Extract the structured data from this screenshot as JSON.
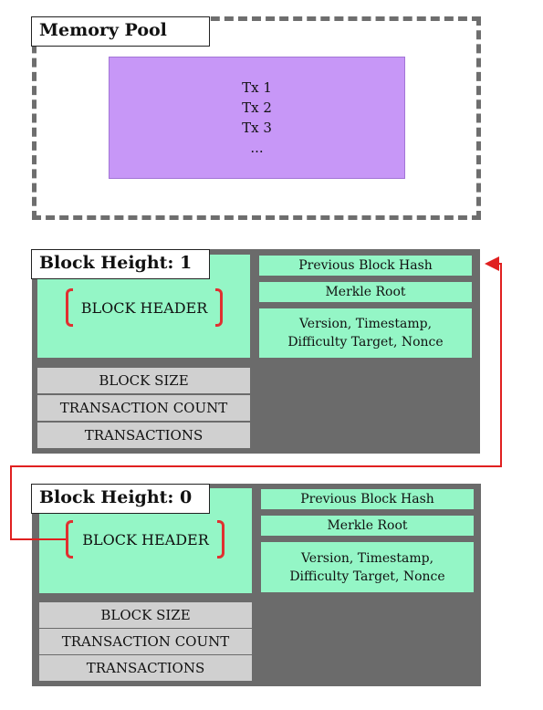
{
  "memory_pool": {
    "title": "Memory Pool",
    "transactions": [
      "Tx 1",
      "Tx 2",
      "Tx 3",
      "..."
    ]
  },
  "blocks": [
    {
      "title": "Block Height: 1",
      "header_label": "BLOCK HEADER",
      "header_fields": {
        "previous_hash": "Previous Block Hash",
        "merkle_root": "Merkle Root",
        "meta_line1": "Version, Timestamp,",
        "meta_line2": "Difficulty Target, Nonce"
      },
      "rows": [
        "BLOCK SIZE",
        "TRANSACTION COUNT",
        "TRANSACTIONS"
      ]
    },
    {
      "title": "Block Height: 0",
      "header_label": "BLOCK HEADER",
      "header_fields": {
        "previous_hash": "Previous Block Hash",
        "merkle_root": "Merkle Root",
        "meta_line1": "Version, Timestamp,",
        "meta_line2": "Difficulty Target, Nonce"
      },
      "rows": [
        "BLOCK SIZE",
        "TRANSACTION COUNT",
        "TRANSACTIONS"
      ]
    }
  ],
  "colors": {
    "pool_fill": "#c797f7",
    "header_fill": "#94f6c6",
    "block_bg": "#6b6b6b",
    "row_fill": "#d0d0d0",
    "link_arrow": "#e02020"
  }
}
